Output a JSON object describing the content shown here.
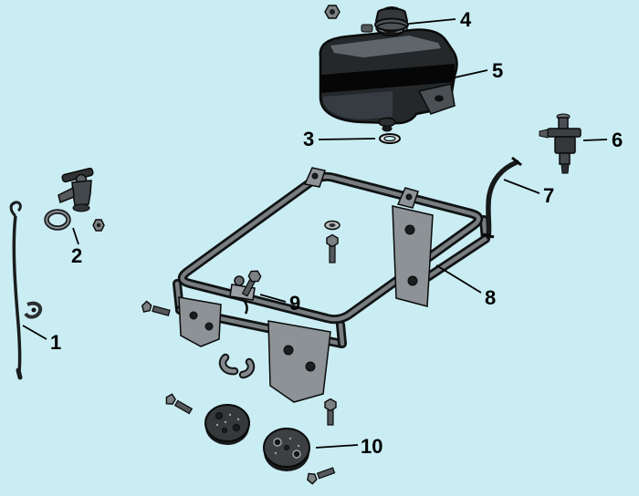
{
  "diagram": {
    "background_color": "#c9edf3",
    "line_color": "#000000",
    "callouts": [
      {
        "label": "1"
      },
      {
        "label": "2"
      },
      {
        "label": "3"
      },
      {
        "label": "4"
      },
      {
        "label": "5"
      },
      {
        "label": "6"
      },
      {
        "label": "7"
      },
      {
        "label": "8"
      },
      {
        "label": "9"
      },
      {
        "label": "10"
      }
    ]
  }
}
